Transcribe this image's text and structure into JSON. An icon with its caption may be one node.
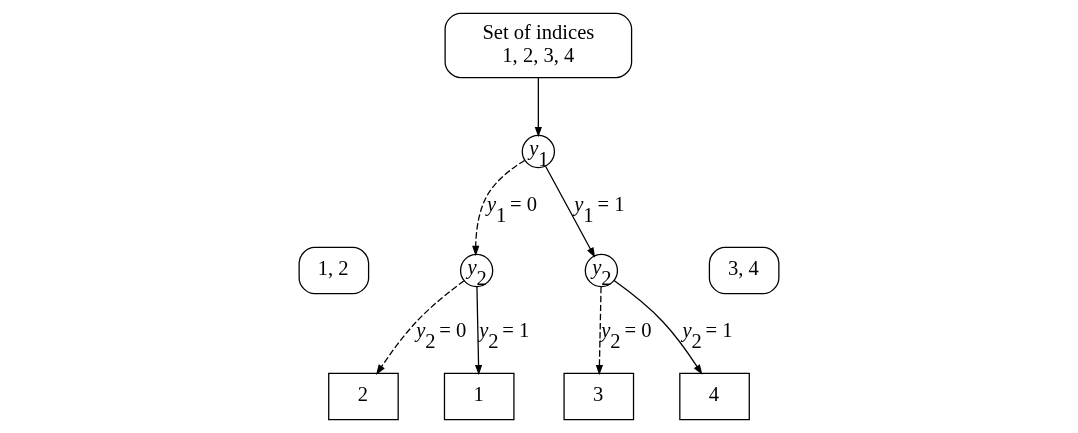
{
  "diagram": {
    "nodes": [
      {
        "text": [
          "Set of indices",
          "1, 2, 3, 4"
        ]
      },
      {
        "text": [
          "*y*$_{1}$"
        ]
      },
      {
        "text": [
          "1, 2"
        ]
      },
      {
        "text": [
          "3, 4"
        ]
      },
      {
        "text": [
          "*y*$_{2}$"
        ]
      },
      {
        "text": [
          "*y*$_{2}$"
        ]
      },
      {
        "text": [
          "2"
        ]
      },
      {
        "text": [
          "1"
        ]
      },
      {
        "text": [
          "3"
        ]
      },
      {
        "text": [
          "4"
        ]
      }
    ],
    "edges": [
      {
        "from": 0,
        "to": 1,
        "arrow": "to"
      },
      {
        "from": 1,
        "to": 4,
        "arrow": "to",
        "label": "*y*$_{1}$ = 0",
        "style": "dashed"
      },
      {
        "from": 1,
        "to": 5,
        "arrow": "to",
        "label": "*y*$_{1}$ = 1"
      },
      {
        "from": 4,
        "to": 6,
        "arrow": "to",
        "label": "*y*$_{2}$ = 0",
        "style": "dashed"
      },
      {
        "from": 4,
        "to": 7,
        "arrow": "to",
        "label": "*y*$_{2}$ = 1"
      },
      {
        "from": 5,
        "to": 8,
        "arrow": "to",
        "label": "*y*$_{2}$ = 0",
        "style": "dashed"
      },
      {
        "from": 5,
        "to": 9,
        "arrow": "to",
        "label": "*y*$_{2}$ = 1"
      }
    ]
  }
}
